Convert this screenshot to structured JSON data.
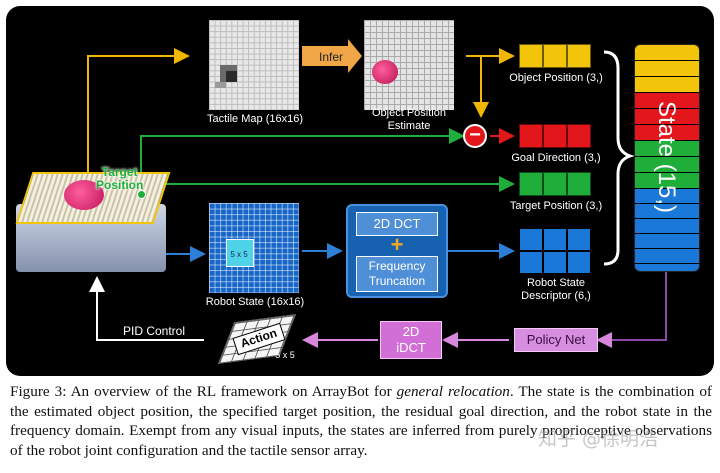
{
  "diagram": {
    "tactile_map_label": "Tactile Map (16x16)",
    "infer_label": "Infer",
    "object_position_estimate_label": "Object Position\nEstimate",
    "object_position_label": "Object Position (3,)",
    "goal_direction_label": "Goal Direction (3,)",
    "target_position_label": "Target Position (3,)",
    "robot_state_descriptor_label": "Robot State\nDescriptor (6,)",
    "target_position_tag": "Target\nPosition",
    "robot_state_label": "Robot State (16x16)",
    "five_by_five": "5 x 5",
    "dct_label": "2D DCT",
    "plus": "+",
    "freq_trunc_label": "Frequency\nTruncation",
    "state_label": "State (15,)",
    "policy_net_label": "Policy Net",
    "idct_label": "2D\niDCT",
    "action_label": "Action",
    "action_size": "5 x 5",
    "pid_label": "PID Control",
    "minus": "−",
    "colors": {
      "object_position": "#f2c40a",
      "goal_direction": "#e3161b",
      "target_position": "#1fae3a",
      "robot_state": "#1a78d8",
      "state_purple": "#6f2f8a",
      "policy_pink": "#d16fd6",
      "dct_blue": "#1662b0"
    }
  },
  "caption": {
    "part1": "Figure 3: An overview of the RL framework on ArrayBot for ",
    "italic": "general relocation",
    "part2": ". The state is the combination of the estimated object position, the specified target position, the residual goal direction, and the robot state in the frequency domain. Exempt from any visual inputs, the states are inferred from purely proprioceptive observations of the robot joint configuration and the tactile sensor array."
  },
  "watermark": "知乎 @徐明浩"
}
